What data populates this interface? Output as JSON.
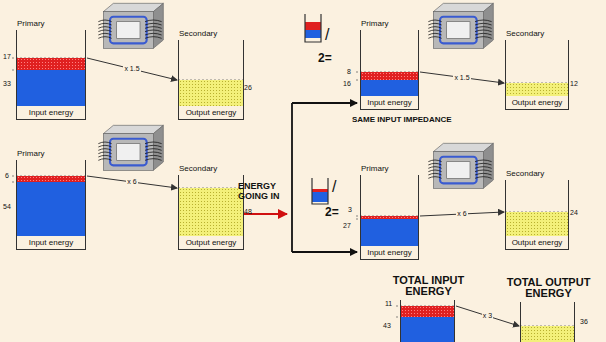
{
  "diagram": {
    "nodes": [
      {
        "text": [
          "Primary",
          "Input energy"
        ]
      },
      {
        "text": [
          "Secondary",
          "Output energy"
        ]
      },
      {
        "text": [
          "Primary",
          "Input energy"
        ]
      },
      {
        "text": [
          "Secondary",
          "Output energy"
        ]
      },
      {
        "text": [
          "Primary",
          "Input energy"
        ]
      },
      {
        "text": [
          "Secondary",
          "Output energy"
        ]
      },
      {
        "text": [
          "Primary",
          "Input energy"
        ]
      },
      {
        "text": [
          "Secondary",
          "Output energy"
        ]
      },
      {
        "text": [
          "TOTAL INPUT ENERGY"
        ]
      },
      {
        "text": [
          "TOTAL OUTPUT ENERGY"
        ]
      }
    ],
    "edges": [
      {
        "from": 0,
        "to": 1,
        "arrow": "to",
        "label": "x 1.5"
      },
      {
        "from": 2,
        "to": 3,
        "arrow": "to",
        "label": "x 6"
      },
      {
        "from": 4,
        "to": 5,
        "arrow": "to",
        "label": "x 1.5"
      },
      {
        "from": 6,
        "to": 7,
        "arrow": "to",
        "label": "x 6"
      },
      {
        "from": 8,
        "to": 9,
        "arrow": "to",
        "label": "x 3"
      }
    ],
    "labels": [
      "17",
      "33",
      "26",
      "6",
      "54",
      "48",
      "ENERGY GOING IN",
      "/",
      "2=",
      "8",
      "16",
      "12",
      "SAME INPUT IMPEDANCE",
      "/",
      "2=",
      "3",
      "27",
      "24",
      "11",
      "43",
      "36"
    ]
  }
}
